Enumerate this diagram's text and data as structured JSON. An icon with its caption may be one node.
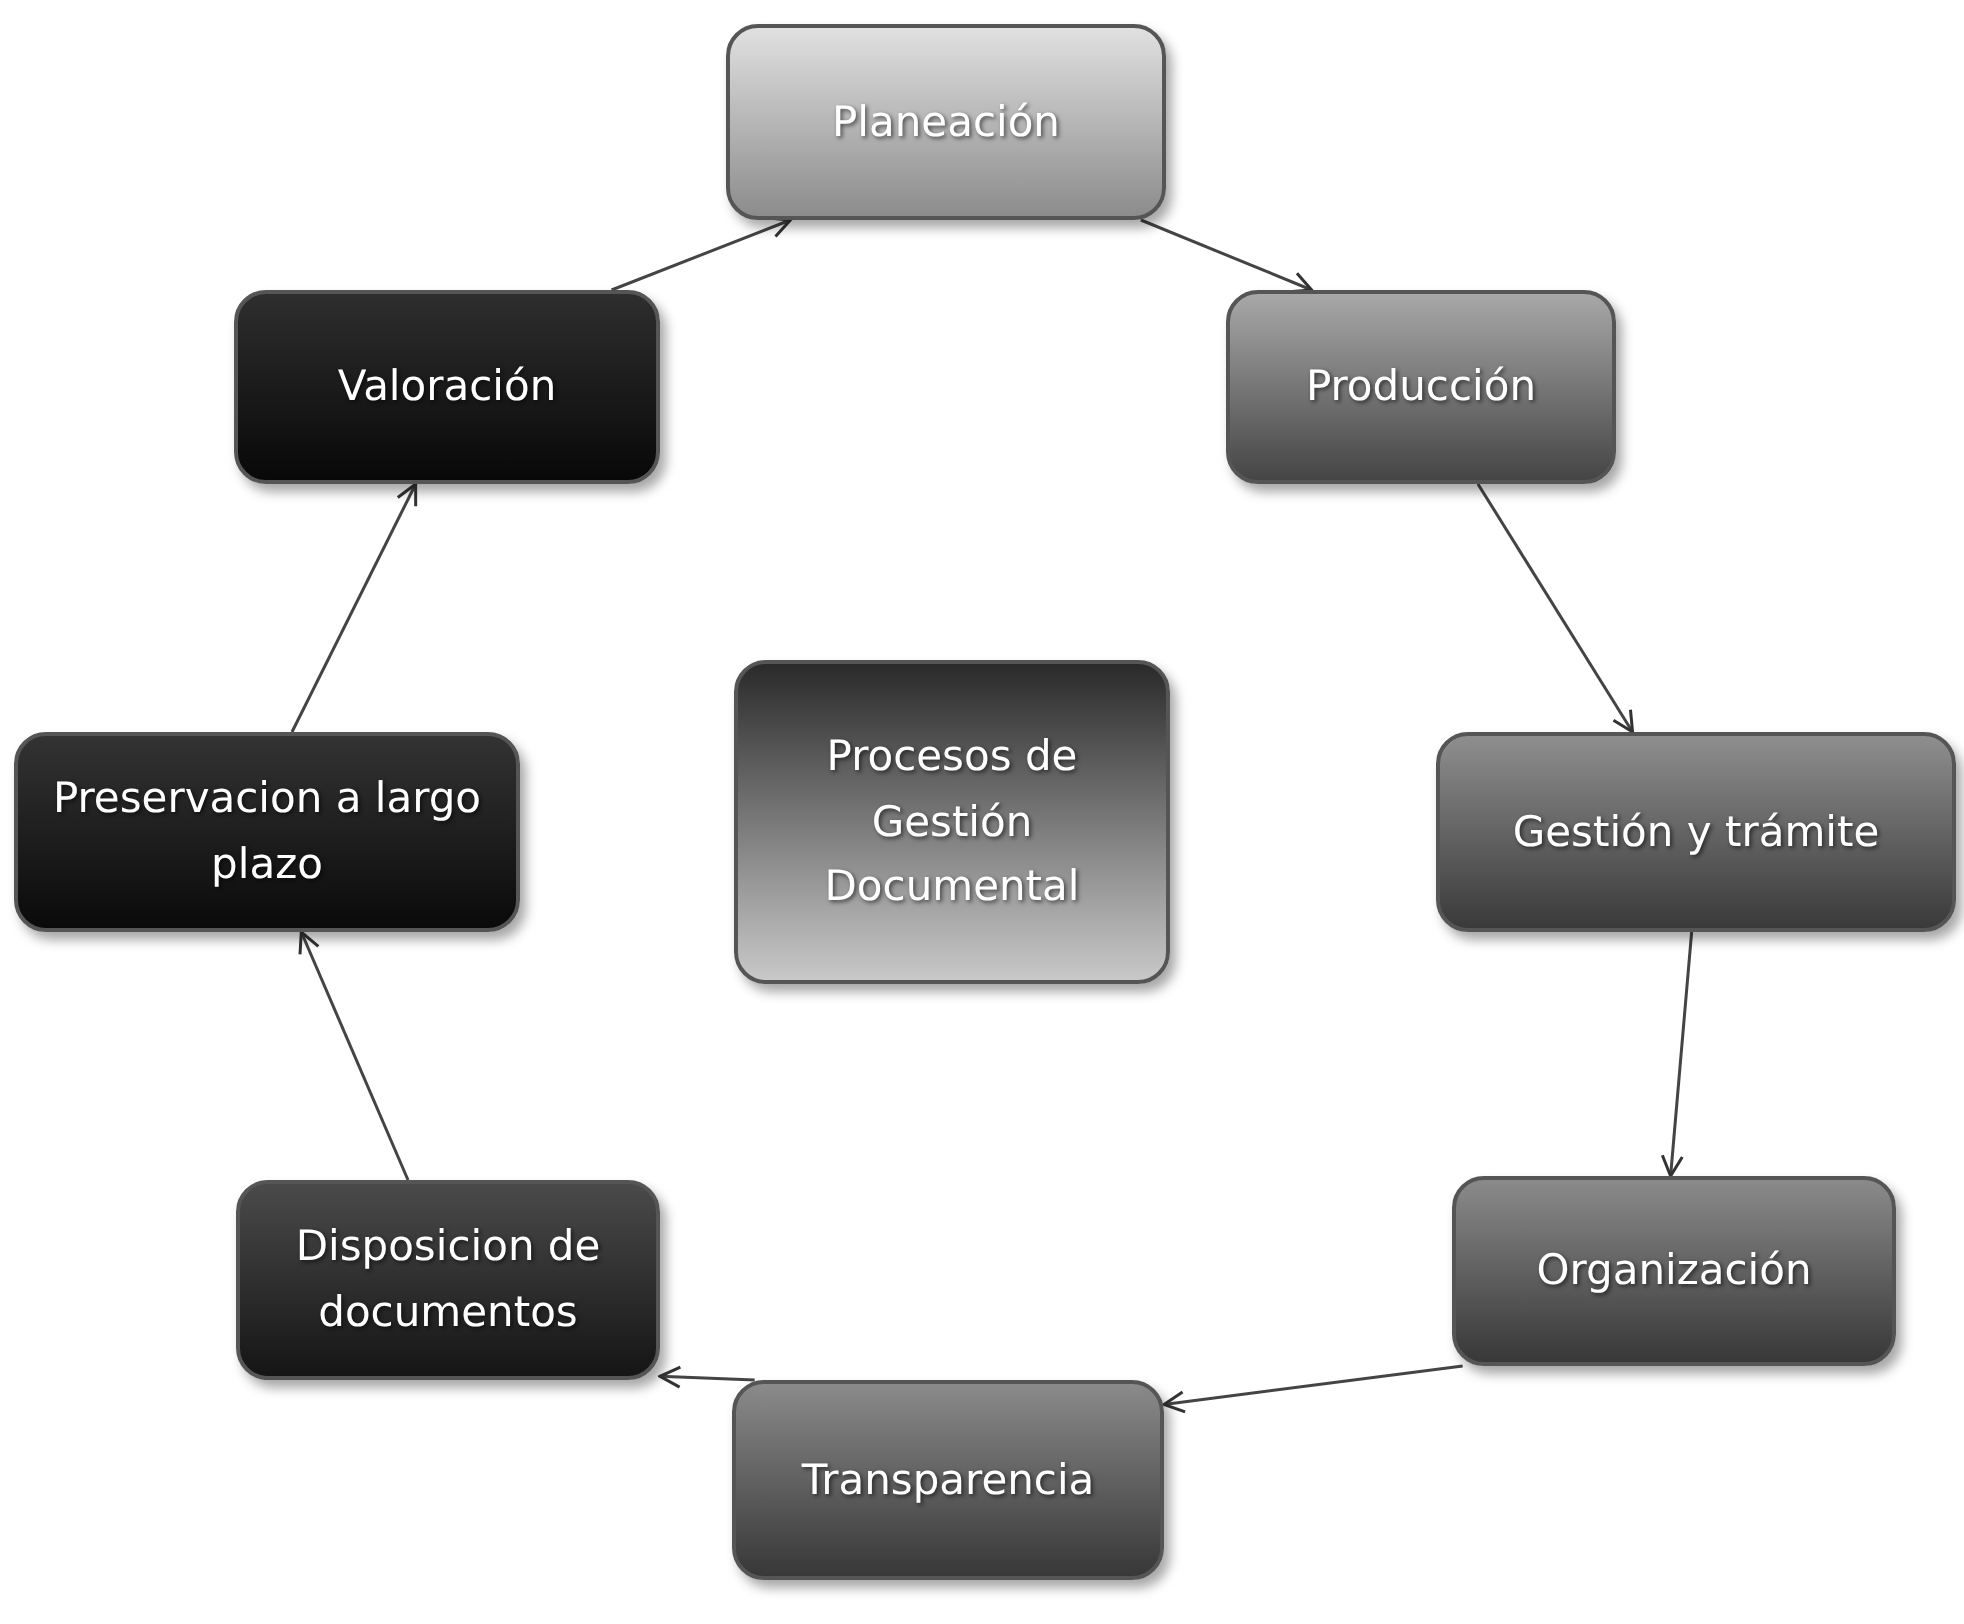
{
  "diagram": {
    "nodes": [
      {
        "text": [
          "Planeación"
        ]
      },
      {
        "text": [
          "Producción"
        ]
      },
      {
        "text": [
          "Gestión y trámite"
        ]
      },
      {
        "text": [
          "Organización"
        ]
      },
      {
        "text": [
          "Transparencia"
        ]
      },
      {
        "text": [
          "Disposicion de documentos"
        ]
      },
      {
        "text": [
          "Preservacion a largo plazo"
        ]
      },
      {
        "text": [
          "Valoración"
        ]
      },
      {
        "text": [
          "Procesos de Gestión Documental"
        ]
      }
    ],
    "edges": [
      {
        "from": 0,
        "to": 1,
        "arrow": "to"
      },
      {
        "from": 1,
        "to": 2,
        "arrow": "to"
      },
      {
        "from": 2,
        "to": 3,
        "arrow": "to"
      },
      {
        "from": 3,
        "to": 4,
        "arrow": "to"
      },
      {
        "from": 4,
        "to": 5,
        "arrow": "to"
      },
      {
        "from": 5,
        "to": 6,
        "arrow": "to"
      },
      {
        "from": 6,
        "to": 7,
        "arrow": "to"
      },
      {
        "from": 7,
        "to": 0,
        "arrow": "to"
      }
    ]
  }
}
